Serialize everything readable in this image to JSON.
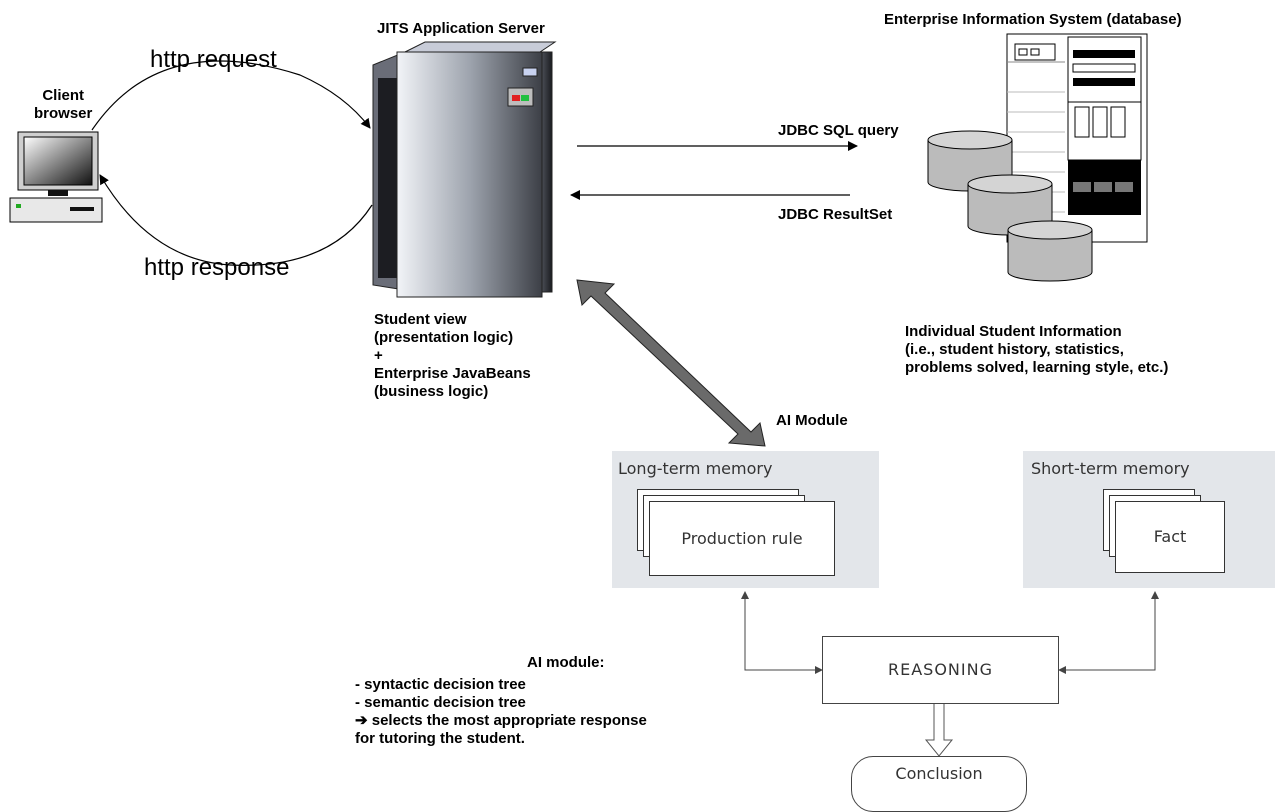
{
  "labels": {
    "client": "Client\nbrowser",
    "http_request": "http request",
    "http_response": "http response",
    "server_title": "JITS Application Server",
    "server_desc": "Student view\n(presentation logic)\n+\nEnterprise JavaBeans\n(business logic)",
    "eis_title": "Enterprise Information System (database)",
    "jdbc_query": "JDBC SQL query",
    "jdbc_result": "JDBC ResultSet",
    "student_info": "Individual Student Information\n(i.e., student history, statistics,\nproblems solved, learning style, etc.)",
    "ai_module": "AI Module",
    "ai_desc_title": "AI module:",
    "ai_desc_lines": "- syntactic decision tree\n- semantic decision tree\n➔ selects the most appropriate response\nfor tutoring the student."
  },
  "ai_diagram": {
    "long_term": "Long-term memory",
    "short_term": "Short-term memory",
    "production_rule": "Production rule",
    "fact": "Fact",
    "reasoning": "REASONING",
    "conclusion": "Conclusion"
  }
}
